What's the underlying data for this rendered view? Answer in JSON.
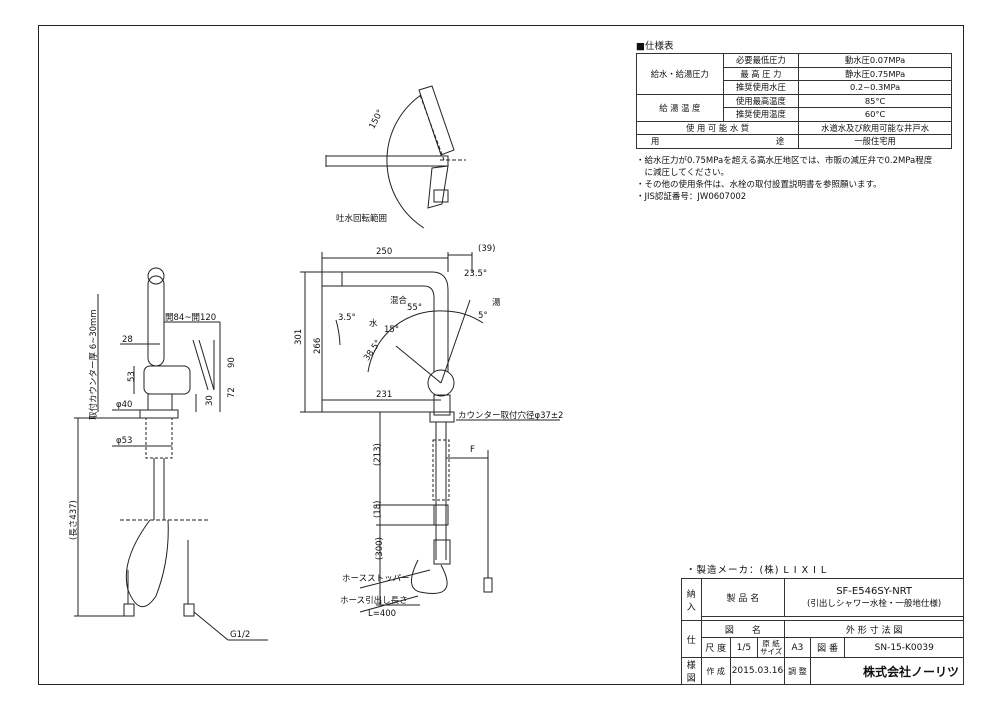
{
  "spec": {
    "title": "■仕様表",
    "rows": [
      {
        "group": "給水・給湯圧力",
        "item": "必要最低圧力",
        "value": "動水圧0.07MPa"
      },
      {
        "group": "",
        "item": "最 高 圧 力",
        "value": "静水圧0.75MPa"
      },
      {
        "group": "",
        "item": "推奨使用水圧",
        "value": "0.2~0.3MPa"
      },
      {
        "group": "給 湯 温 度",
        "item": "使用最高温度",
        "value": "85°C"
      },
      {
        "group": "",
        "item": "推奨使用温度",
        "value": "60°C"
      }
    ],
    "water_quality_label": "使 用 可 能 水 質",
    "water_quality_value": "水道水及び飲用可能な井戸水",
    "use_label_left": "用",
    "use_label_right": "途",
    "use_value": "一般住宅用"
  },
  "notes": [
    "・給水圧力が0.75MPaを超える高水圧地区では、市販の減圧弁で0.2MPa程度",
    "　に減圧してください。",
    "・その他の使用条件は、水栓の取付設置説明書を参照願います。",
    "・JIS認証番号：JW0607002"
  ],
  "maker": "・製造メーカ：(株) L I X I L",
  "title_block": {
    "side_chars": [
      "納",
      "入",
      "仕",
      "様",
      "図"
    ],
    "product_label": "製 品 名",
    "product_name": "SF-E546SY-NRT",
    "product_desc": "(引出しシャワー水栓・一般地仕様)",
    "drawing_label": "図　　名",
    "drawing_name": "外 形 寸 法 図",
    "scale_label": "尺 度",
    "scale_value": "1/5",
    "paper_label": "原 紙 サイズ",
    "paper_value": "A3",
    "number_label": "図 番",
    "number_value": "SN-15-K0039",
    "made_label": "作 成",
    "date_value": "2015.03.16",
    "check_label": "調 整",
    "company": "株式会社ノーリツ"
  },
  "dims": {
    "d150": "150°",
    "outlet_range": "吐水回転範囲",
    "d250": "250",
    "d39": "(39)",
    "d23_5": "23.5°",
    "mix": "混合",
    "hot": "湯",
    "cold": "水",
    "d55": "55°",
    "d5": "5°",
    "d15": "15°",
    "d3_5": "3.5°",
    "d38_5": "38.5°",
    "d301": "301",
    "d266": "266",
    "d231": "231",
    "hole": "カウンター取付穴径φ37±2",
    "F": "F",
    "d213": "(213)",
    "d18": "(18)",
    "d300": "(300)",
    "stopper": "ホースストッパー",
    "hose_pull": "ホース引出し長さ",
    "L400": "L=400",
    "open": "開84~開120",
    "d28": "28",
    "d53": "53",
    "d90": "90",
    "d72": "72",
    "d30": "30",
    "d40": "φ40",
    "d53b": "φ53",
    "counter": "取付カウンター厚 6~30mm",
    "d437": "(長さ437)",
    "G12": "G1/2"
  }
}
